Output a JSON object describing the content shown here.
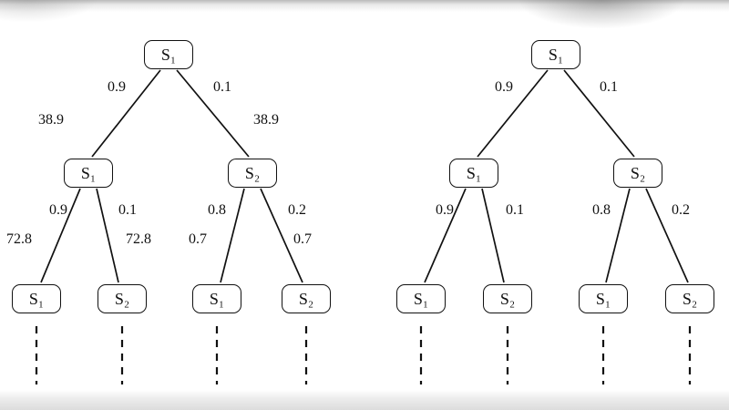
{
  "left_tree": {
    "root": "S₁",
    "l2_left": "S₁",
    "l2_right": "S₂",
    "leaf1": "S₁",
    "leaf2": "S₂",
    "leaf3": "S₁",
    "leaf4": "S₂",
    "edges": {
      "root_left_prob": "0.9",
      "root_right_prob": "0.1",
      "root_left_value": "38.9",
      "root_right_value": "38.9",
      "left_left_prob": "0.9",
      "left_right_prob": "0.1",
      "left_left_value": "72.8",
      "left_right_value": "72.8",
      "right_left_prob": "0.8",
      "right_right_prob": "0.2",
      "right_left_value": "0.7",
      "right_right_value": "0.7"
    }
  },
  "right_tree": {
    "root": "S₁",
    "l2_left": "S₁",
    "l2_right": "S₂",
    "leaf1": "S₁",
    "leaf2": "S₂",
    "leaf3": "S₁",
    "leaf4": "S₂",
    "edges": {
      "root_left_prob": "0.9",
      "root_right_prob": "0.1",
      "left_left_prob": "0.9",
      "left_right_prob": "0.1",
      "right_left_prob": "0.8",
      "right_right_prob": "0.2"
    }
  }
}
